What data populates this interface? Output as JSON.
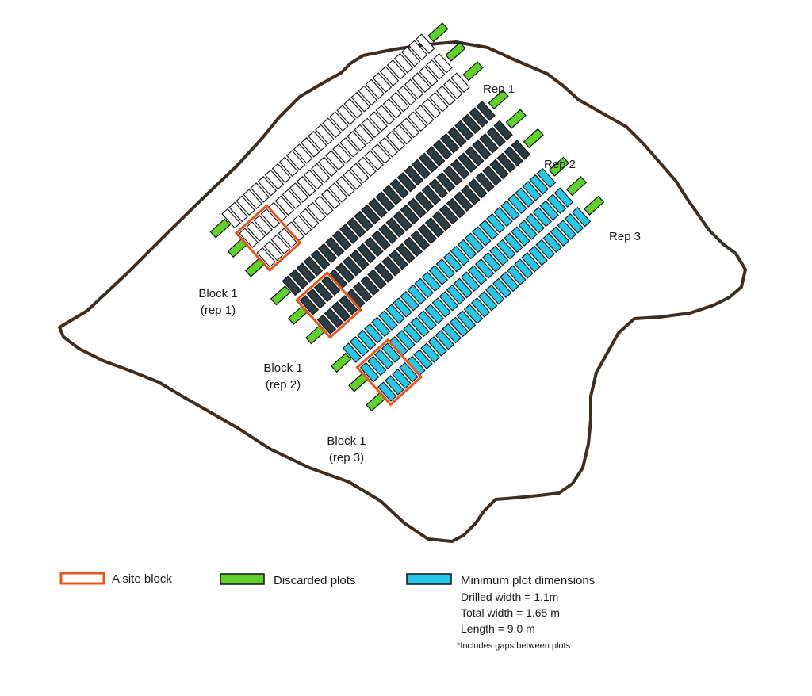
{
  "labels": {
    "rep1": "Rep 1",
    "rep2": "Rep 2",
    "rep3": "Rep 3",
    "block1_rep1_line1": "Block 1",
    "block1_rep1_line2": "(rep 1)",
    "block1_rep2_line1": "Block 1",
    "block1_rep2_line2": "(rep 2)",
    "block1_rep3_line1": "Block 1",
    "block1_rep3_line2": "(rep 3)"
  },
  "legend": {
    "site_block": "A site block",
    "discarded": "Discarded plots",
    "min_dims_title": "Minimum plot dimensions",
    "drilled_width": "Drilled width = 1.1m",
    "total_width": "Total width = 1.65 m",
    "length": "Length = 9.0 m",
    "footnote": "*Includes gaps between plots"
  },
  "colors": {
    "field_outline": "#3d2e24",
    "rep1_plot": "#ffffff",
    "rep2_plot": "#2b3c44",
    "rep3_plot": "#27c7e8",
    "discarded": "#5fd12b",
    "site_block": "#e8541c",
    "plot_stroke": "#111111"
  },
  "reps": [
    {
      "name": "Rep 1",
      "strips": 3,
      "plots_per_strip": 28
    },
    {
      "name": "Rep 2",
      "strips": 3,
      "plots_per_strip": 28
    },
    {
      "name": "Rep 3",
      "strips": 3,
      "plots_per_strip": 28
    }
  ]
}
